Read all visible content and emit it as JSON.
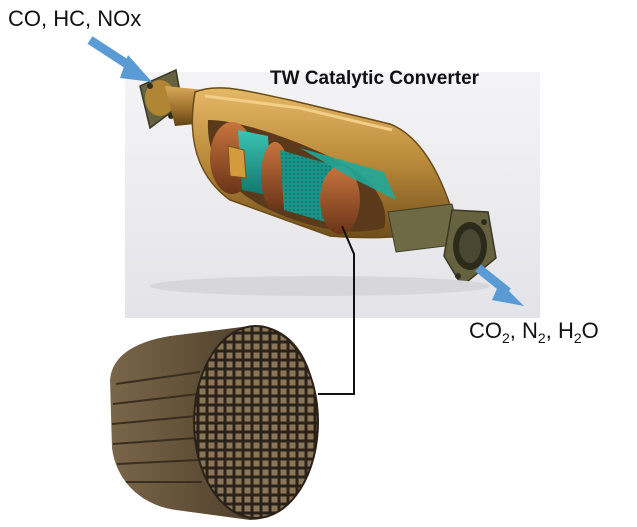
{
  "inputs_label": "CO, HC, NOx",
  "title": "TW Catalytic Converter",
  "outputs": {
    "co2_base": "CO",
    "co2_sub": "2",
    "sep1": ", ",
    "n2_base": "N",
    "n2_sub": "2",
    "sep2": ", ",
    "h2o_pre": "H",
    "h2o_sub": "2",
    "h2o_post": "O"
  },
  "colors": {
    "arrow": "#5b9bd5",
    "shell": "#b9893a",
    "catalyst": "#1fa89a",
    "flange": "#5d5b3c",
    "monolith": "#5b4a33"
  }
}
